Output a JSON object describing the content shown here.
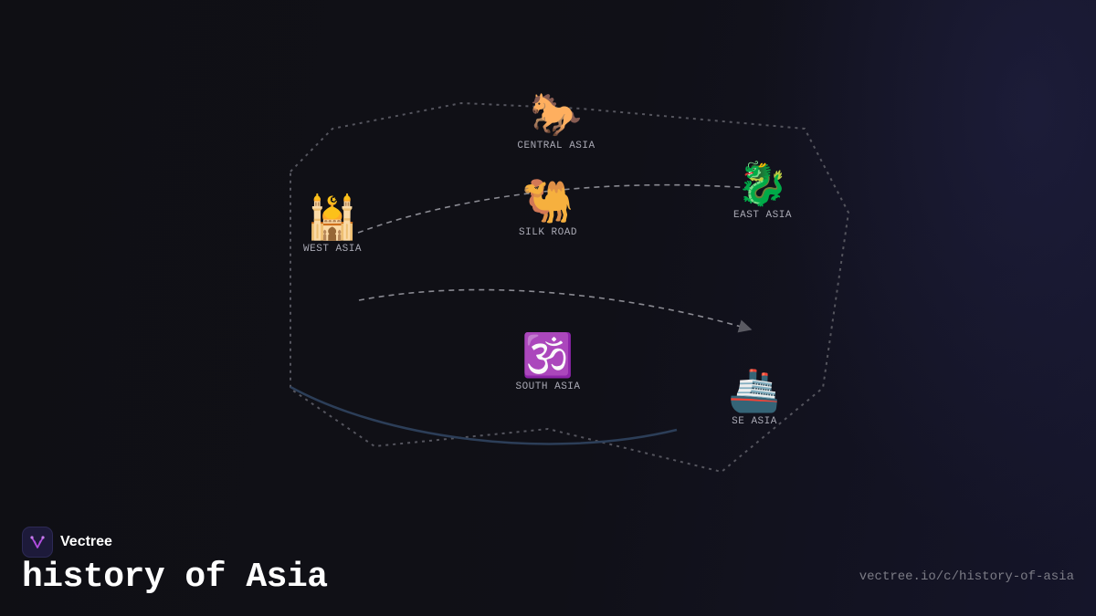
{
  "brand": {
    "name": "Vectree",
    "logo_icon": "vectree-tree-logo",
    "accent": "#b14de0"
  },
  "title": "history of Asia",
  "url": "vectree.io/c/history-of-asia",
  "regions": {
    "central_asia": {
      "label": "CENTRAL ASIA",
      "emoji": "🐎"
    },
    "silk_road": {
      "label": "SILK ROAD",
      "emoji": "🐫"
    },
    "west_asia": {
      "label": "WEST ASIA",
      "emoji": "🕌"
    },
    "east_asia": {
      "label": "EAST ASIA",
      "emoji": "🐉"
    },
    "south_asia": {
      "label": "SOUTH ASIA",
      "emoji": "🕉️"
    },
    "se_asia": {
      "label": "SE ASIA",
      "emoji": "🚢"
    }
  },
  "colors": {
    "background": "#0f0f14",
    "outline": "#55555e",
    "route": "#8a8a92",
    "sea_route": "#2c3e58",
    "label": "#a9a9b4"
  }
}
